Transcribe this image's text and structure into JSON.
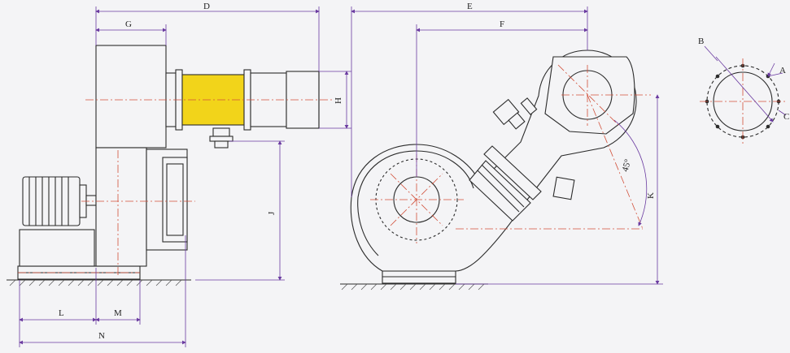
{
  "labels": {
    "D": "D",
    "G": "G",
    "H": "H",
    "J": "J",
    "L": "L",
    "M": "M",
    "N": "N",
    "E": "E",
    "F": "F",
    "K": "K",
    "angle": "45°",
    "A": "A",
    "B": "B",
    "C": "C"
  },
  "colors": {
    "highlight": "#f2d41a",
    "dimension": "#6a3aa0",
    "centerline": "#d2503a",
    "outline": "#2b2b2b"
  }
}
